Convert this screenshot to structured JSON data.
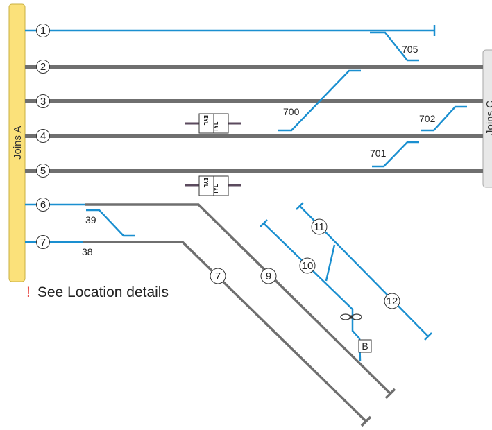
{
  "colors": {
    "main_line": "#6f6f6f",
    "siding": "#1a8fd0",
    "boundary_a": "#fbe17a",
    "boundary_c": "#e8e8e8",
    "alert": "#e53935"
  },
  "boundaries": {
    "left_label": "Joins A",
    "right_label": "Joins C"
  },
  "tracks": [
    {
      "id": "1",
      "label": "1"
    },
    {
      "id": "2",
      "label": "2"
    },
    {
      "id": "3",
      "label": "3"
    },
    {
      "id": "4",
      "label": "4"
    },
    {
      "id": "5",
      "label": "5"
    },
    {
      "id": "6",
      "label": "6"
    },
    {
      "id": "7",
      "label": "7"
    }
  ],
  "sidings": {
    "s7": "7",
    "s9": "9",
    "s10": "10",
    "s11": "11",
    "s12": "12"
  },
  "points": {
    "p705": "705",
    "p700": "700",
    "p702": "702",
    "p701": "701",
    "p39": "39",
    "p38": "38"
  },
  "signals": [
    {
      "left": "EYL",
      "right": "TYL"
    },
    {
      "left": "EYL",
      "right": "TYL"
    }
  ],
  "markers": {
    "buffer_label": "B",
    "turntable_icon": "propeller-icon"
  },
  "note": {
    "icon": "!",
    "text": "See Location details"
  }
}
